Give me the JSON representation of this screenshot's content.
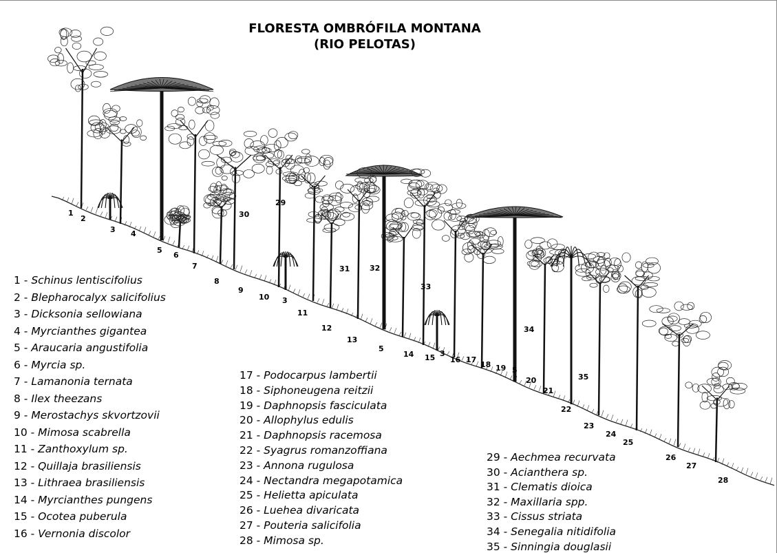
{
  "title": {
    "line1": "FLORESTA OMBRÓFILA MONTANA",
    "line2": "(RIO PELOTAS)"
  },
  "profile_labels": [
    "1",
    "2",
    "3",
    "4",
    "5",
    "6",
    "7",
    "8",
    "9",
    "10",
    "3",
    "11",
    "12",
    "13",
    "5",
    "14",
    "15",
    "3",
    "16",
    "17",
    "18",
    "19",
    "5",
    "20",
    "21",
    "22",
    "23",
    "24",
    "25",
    "26",
    "27",
    "28",
    "29",
    "30",
    "31",
    "32",
    "33",
    "34",
    "35"
  ],
  "legend_col1": [
    {
      "num": "1 -",
      "name": "Schinus lentiscifolius"
    },
    {
      "num": "2 -",
      "name": "Blepharocalyx salicifolius"
    },
    {
      "num": "3 -",
      "name": "Dicksonia sellowiana"
    },
    {
      "num": "4 -",
      "name": "Myrcianthes gigantea"
    },
    {
      "num": "5 -",
      "name": "Araucaria angustifolia"
    },
    {
      "num": "6 -",
      "name": "Myrcia sp."
    },
    {
      "num": "7 -",
      "name": "Lamanonia ternata"
    },
    {
      "num": "8 -",
      "name": "Ilex theezans"
    },
    {
      "num": "9 -",
      "name": "Merostachys skvortzovii"
    },
    {
      "num": "10 -",
      "name": "Mimosa scabrella"
    },
    {
      "num": "11 -",
      "name": "Zanthoxylum sp."
    },
    {
      "num": "12 -",
      "name": "Quillaja brasiliensis"
    },
    {
      "num": "13 -",
      "name": "Lithraea brasiliensis"
    },
    {
      "num": "14 -",
      "name": "Myrcianthes pungens"
    },
    {
      "num": "15 -",
      "name": "Ocotea puberula"
    },
    {
      "num": "16 -",
      "name": "Vernonia discolor"
    }
  ],
  "legend_col2": [
    {
      "num": "17 -",
      "name": "Podocarpus lambertii"
    },
    {
      "num": "18 -",
      "name": "Siphoneugena reitzii"
    },
    {
      "num": "19 -",
      "name": "Daphnopsis fasciculata"
    },
    {
      "num": "20 -",
      "name": "Allophylus edulis"
    },
    {
      "num": "21 -",
      "name": "Daphnopsis racemosa"
    },
    {
      "num": "22 -",
      "name": "Syagrus romanzoffiana"
    },
    {
      "num": "23 -",
      "name": "Annona rugulosa"
    },
    {
      "num": "24 -",
      "name": "Nectandra megapotamica"
    },
    {
      "num": "25 -",
      "name": "Helietta apiculata"
    },
    {
      "num": "26 -",
      "name": "Luehea divaricata"
    },
    {
      "num": "27 -",
      "name": "Pouteria salicifolia"
    },
    {
      "num": "28 -",
      "name": "Mimosa sp."
    }
  ],
  "legend_col3": [
    {
      "num": "29 -",
      "name": "Aechmea recurvata"
    },
    {
      "num": "30 -",
      "name": "Acianthera sp."
    },
    {
      "num": "31 -",
      "name": "Clematis dioica"
    },
    {
      "num": "32 -",
      "name": "Maxillaria spp."
    },
    {
      "num": "33 -",
      "name": "Cissus striata"
    },
    {
      "num": "34 -",
      "name": "Senegalia nitidifolia"
    },
    {
      "num": "35 -",
      "name": "Sinningia douglasii"
    }
  ]
}
